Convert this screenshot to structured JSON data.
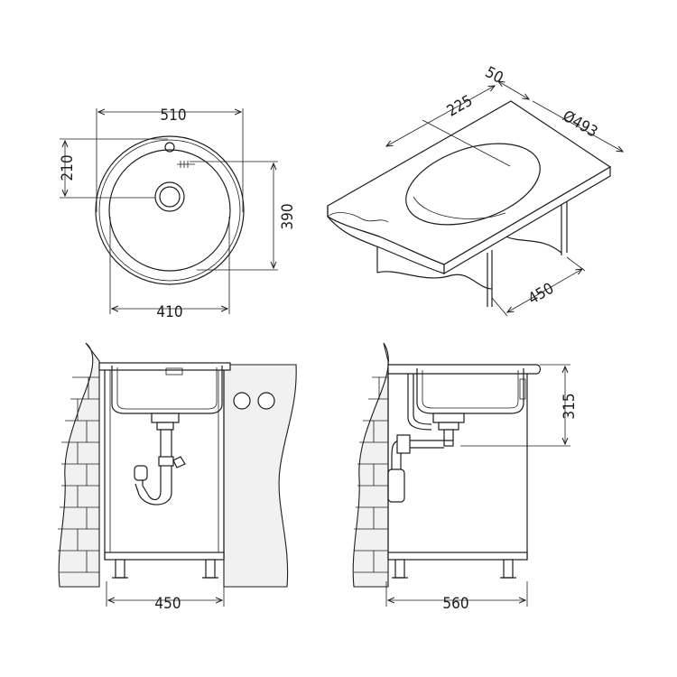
{
  "top_view": {
    "dim_width_outer": "510",
    "dim_height_offset": "210",
    "dim_height_bowl": "390",
    "dim_width_bowl": "410"
  },
  "iso_view": {
    "dim_edge": "50",
    "dim_offset": "225",
    "dim_diameter": "Ø493",
    "dim_depth": "450"
  },
  "front_view": {
    "dim_cabinet_width": "450"
  },
  "side_view": {
    "dim_bowl_depth": "315",
    "dim_cabinet_depth": "560"
  },
  "colors": {
    "line": "#1d1d1b",
    "wall_fill": "#f1f1f1",
    "background": "#ffffff"
  }
}
